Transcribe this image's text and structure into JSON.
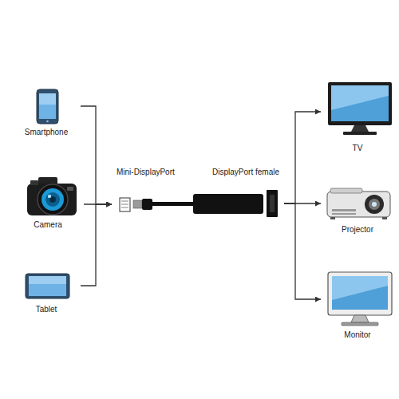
{
  "diagram": {
    "nodes": [
      {
        "text": [
          "Smartphone"
        ]
      },
      {
        "text": [
          "Camera"
        ]
      },
      {
        "text": [
          "Tablet"
        ]
      },
      {
        "text": [
          "Mini-DisplayPort",
          "DisplayPort female"
        ]
      },
      {
        "text": [
          "TV"
        ]
      },
      {
        "text": [
          "Projector"
        ]
      },
      {
        "text": [
          "Monitor"
        ]
      }
    ],
    "edges": [
      {
        "from": 0,
        "to": 3,
        "arrow": "to"
      },
      {
        "from": 1,
        "to": 3,
        "arrow": "to"
      },
      {
        "from": 2,
        "to": 3,
        "arrow": "to"
      },
      {
        "from": 3,
        "to": 4,
        "arrow": "to"
      },
      {
        "from": 3,
        "to": 5,
        "arrow": "to"
      },
      {
        "from": 3,
        "to": 6,
        "arrow": "to"
      }
    ]
  }
}
